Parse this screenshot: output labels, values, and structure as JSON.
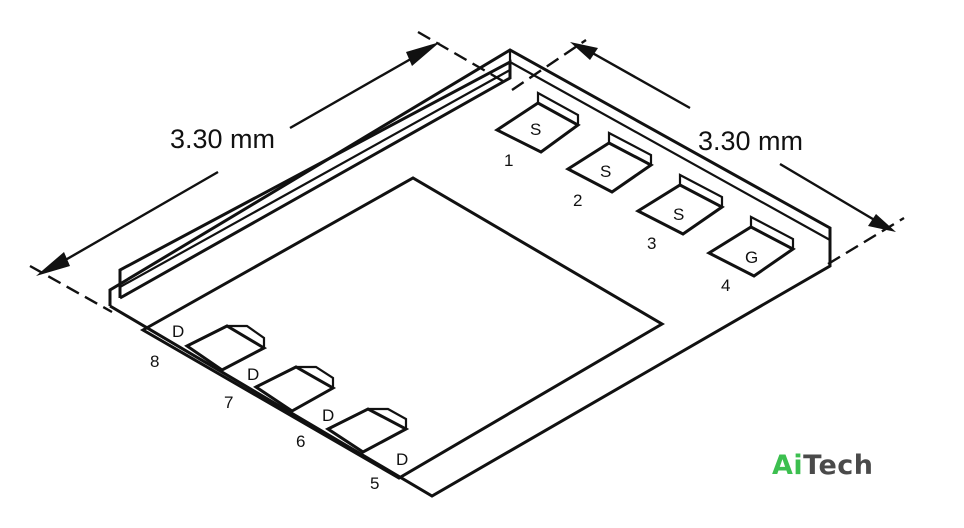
{
  "dimensions": {
    "left_label": "3.30 mm",
    "right_label": "3.30 mm"
  },
  "pins_right": [
    {
      "number": "1",
      "function": "S"
    },
    {
      "number": "2",
      "function": "S"
    },
    {
      "number": "3",
      "function": "S"
    },
    {
      "number": "4",
      "function": "G"
    }
  ],
  "pins_left": [
    {
      "number": "8",
      "function": "D"
    },
    {
      "number": "7",
      "function": "D"
    },
    {
      "number": "6",
      "function": "D"
    },
    {
      "number": "5",
      "function": "D"
    }
  ],
  "watermark": {
    "part1": "Ai",
    "part2": "Tech",
    "color1": "#3cbf4f",
    "color2": "#4a4a4a"
  }
}
